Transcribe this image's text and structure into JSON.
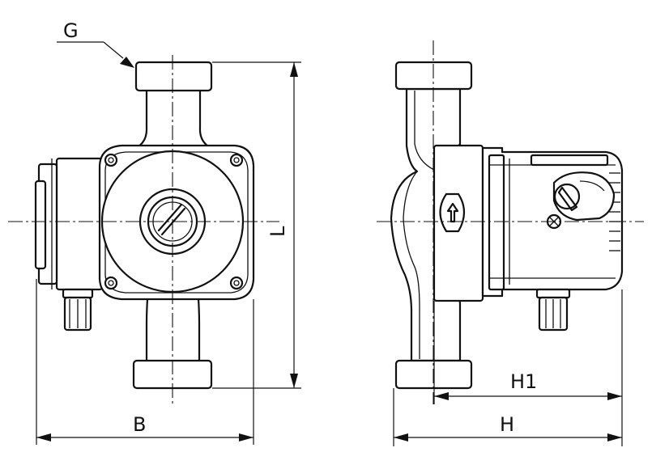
{
  "labels": {
    "thread": "G",
    "length": "L",
    "width": "B",
    "height1": "H1",
    "height": "H"
  }
}
